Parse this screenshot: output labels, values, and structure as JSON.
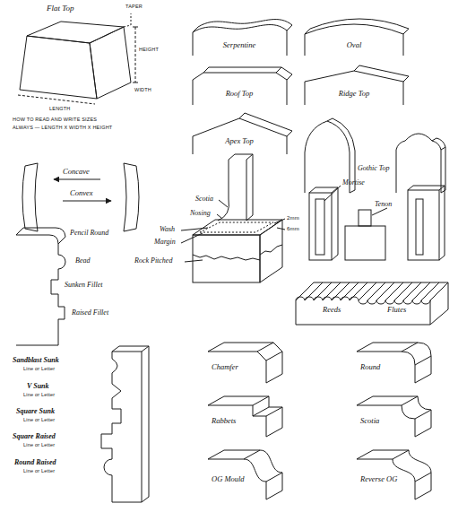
{
  "diagram": {
    "labels": [
      "Flat Top",
      "TAPER",
      "HEIGHT",
      "WIDTH",
      "LENGTH",
      "HOW TO READ AND WRITE SIZES",
      "ALWAYS — LENGTH X WIDTH X HEIGHT",
      "Serpentine",
      "Oval",
      "Roof Top",
      "Ridge Top",
      "Apex Top",
      "Gothic Top",
      "Concave",
      "Convex",
      "Scotia",
      "Nosing",
      "Wash",
      "Margin",
      "Rock Pitched",
      "2mm",
      "6mm",
      "Mortise",
      "Tenon",
      "Pencil Round",
      "Bead",
      "Sunken Fillet",
      "Raised Fillet",
      "Reeds",
      "Flutes",
      "Sandblast Sunk",
      "Line or Letter",
      "V Sunk",
      "Line or Letter",
      "Square Sunk",
      "Line or Letter",
      "Square Raised",
      "Line or Letter",
      "Round Raised",
      "Line or Letter",
      "Chamfer",
      "Round",
      "Rabbets",
      "Scotia",
      "OG Mould",
      "Reverse OG"
    ]
  }
}
